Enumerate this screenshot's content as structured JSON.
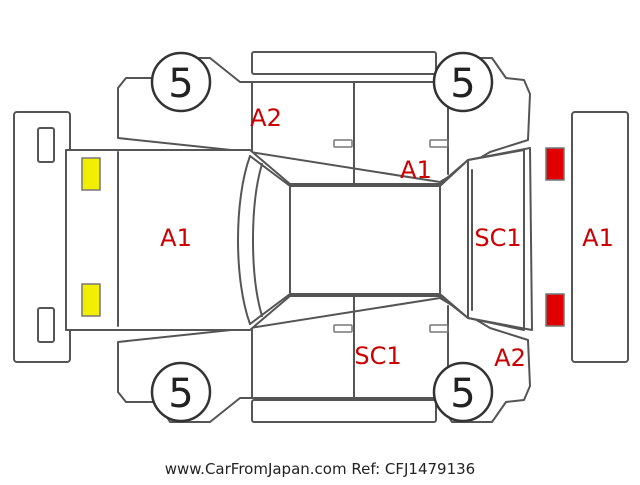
{
  "colors": {
    "outline": "#555555",
    "damage_code": "#cc0000",
    "front_lamp": "#f2ee00",
    "rear_lamp": "#e00000"
  },
  "tyres": {
    "front_left": "5",
    "rear_left": "5",
    "front_right": "5",
    "rear_right": "5"
  },
  "damage_codes": {
    "hood": "A1",
    "left_front_door": "A2",
    "left_rear_door_top": "A1",
    "rear_window_area": "SC1",
    "rear_bumper": "A1",
    "right_front_door": "SC1",
    "right_rear_fender": "A2"
  },
  "footer": {
    "text": "www.CarFromJapan.com Ref: CFJ1479136"
  }
}
